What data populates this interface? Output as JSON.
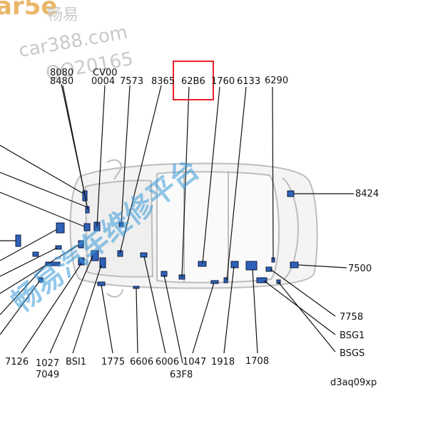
{
  "watermark": {
    "corner_logo": "ar5e",
    "site_cn": "畅易",
    "site_url": "car388.com",
    "phone": "QQ20165",
    "platform": "畅易汽车维修平台"
  },
  "highlight_color": "#e8202a",
  "connector_color": "#2f62b8",
  "labels": {
    "top": [
      "8080",
      "8480",
      "CV00",
      "0004",
      "7573",
      "8365",
      "62B6",
      "1760",
      "6133",
      "6290"
    ],
    "right": [
      "8424",
      "7500",
      "7758",
      "BSG1",
      "BSGS"
    ],
    "bottom": [
      "7126",
      "1027",
      "7049",
      "BSI1",
      "1775",
      "6606",
      "6006",
      "63F8",
      "1047",
      "1918",
      "1708"
    ]
  },
  "highlighted_label": "62B6",
  "diagram_code": "d3aq09xp"
}
